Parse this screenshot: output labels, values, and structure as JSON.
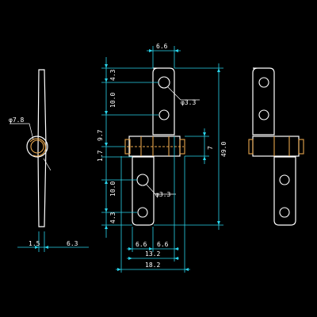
{
  "dimensions": {
    "pin_diameter": "φ7.8",
    "plate_width": "6.6",
    "top_margin": "4.3",
    "hole_pitch_top": "10.0",
    "hole_dia_top": "φ3.3",
    "to_center_top": "9.7",
    "knuckle_height": "7",
    "knuckle_gap": "1.7",
    "overall_length": "49.0",
    "hole_pitch_bottom": "10.0",
    "hole_dia_bottom": "φ3.3",
    "bottom_margin": "4.3",
    "side_thickness": "1.5",
    "side_offset": "6.3",
    "leaf_left": "6.6",
    "leaf_right": "6.6",
    "open_width": "13.2",
    "overall_width": "18.2"
  },
  "colors": {
    "background": "#000000",
    "outline": "#ffffff",
    "dimension": "#29d3ea",
    "hinge_detail": "#e7a64d"
  }
}
